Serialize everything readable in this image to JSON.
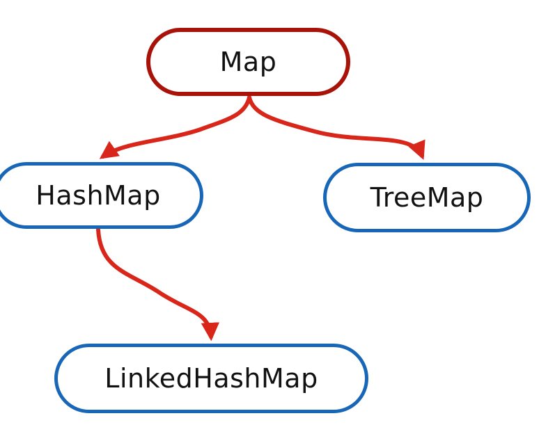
{
  "diagram": {
    "type": "hierarchy",
    "nodes": [
      {
        "id": "map",
        "label": "Map",
        "role": "root"
      },
      {
        "id": "hashmap",
        "label": "HashMap",
        "role": "child"
      },
      {
        "id": "treemap",
        "label": "TreeMap",
        "role": "child"
      },
      {
        "id": "linkedhashmap",
        "label": "LinkedHashMap",
        "role": "child"
      }
    ],
    "edges": [
      {
        "from": "Map",
        "to": "HashMap"
      },
      {
        "from": "Map",
        "to": "TreeMap"
      },
      {
        "from": "HashMap",
        "to": "LinkedHashMap"
      }
    ]
  },
  "colors": {
    "background": "#ffffff",
    "root_border": "#a91208",
    "child_border": "#1766b8",
    "arrow": "#d9261a",
    "text": "#111111"
  }
}
